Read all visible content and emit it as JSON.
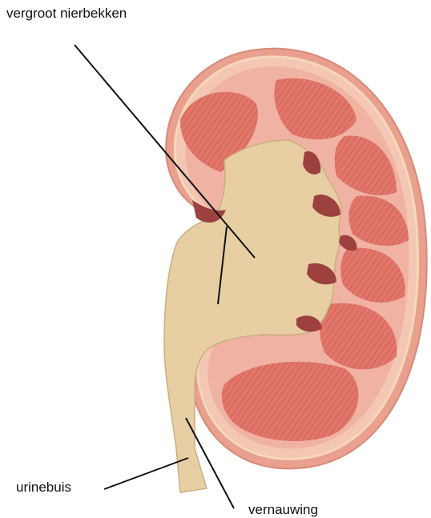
{
  "labels": {
    "enlarged_pelvis": "vergroot nierbekken",
    "ureter": "urinebuis",
    "narrowing": "vernauwing"
  },
  "colors": {
    "capsule_outer": "#e9a08e",
    "capsule_inner": "#f3c7b4",
    "cortex": "#f0b3a3",
    "pyramid": "#e2766a",
    "pyramid_stripe": "#c9584f",
    "pelvis": "#e7cfa3",
    "pelvis_edge": "#c9ae80",
    "cavity": "#9c4040",
    "leader_line": "#111111"
  }
}
